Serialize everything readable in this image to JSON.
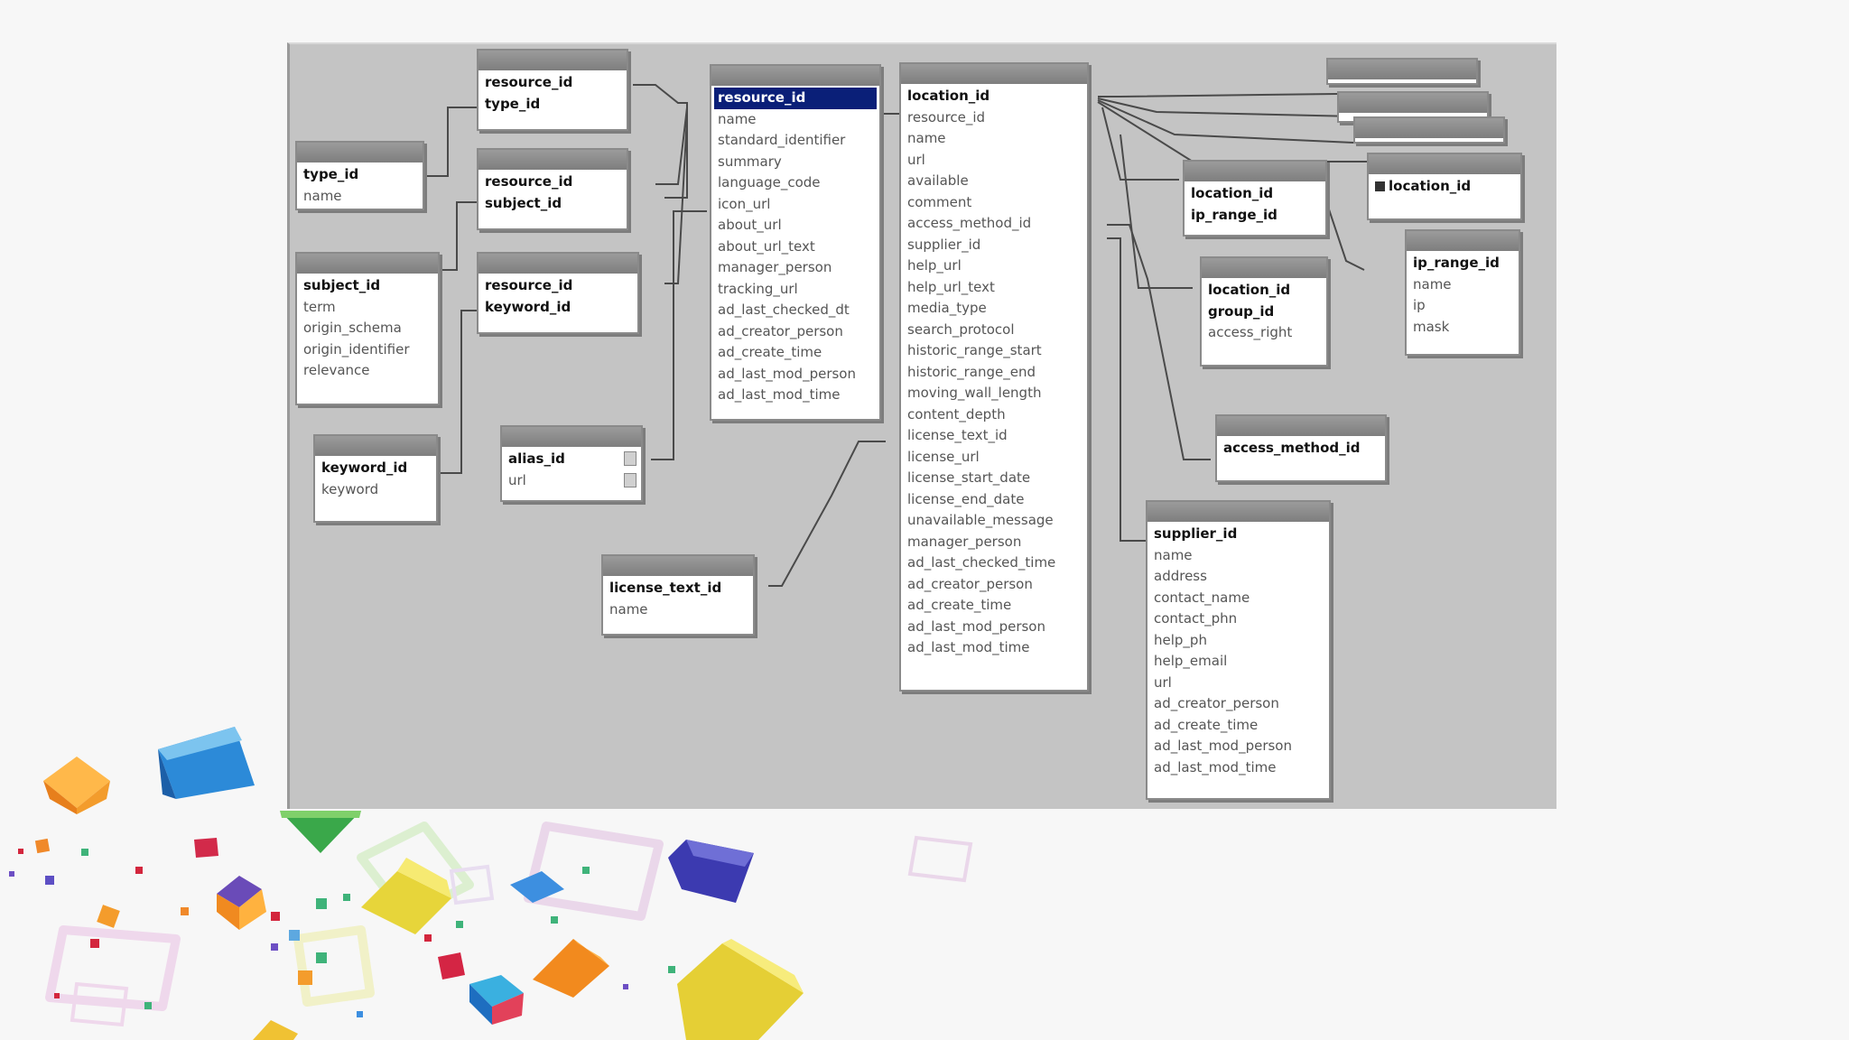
{
  "colors": {
    "canvas": "#c4c4c4",
    "table_title": "#8a8a8a",
    "table_body": "#ffffff",
    "selected_field": "#0a1f78",
    "link_line": "#4a4a4a"
  },
  "tables": [
    {
      "id": "t-resource-type",
      "title": "",
      "fields": [
        {
          "name": "resource_id",
          "pk": true
        },
        {
          "name": "type_id",
          "pk": true
        }
      ]
    },
    {
      "id": "t-type",
      "title": "",
      "fields": [
        {
          "name": "type_id",
          "pk": true
        },
        {
          "name": "name"
        }
      ]
    },
    {
      "id": "t-resource-subject",
      "title": "",
      "fields": [
        {
          "name": "resource_id",
          "pk": true
        },
        {
          "name": "subject_id",
          "pk": true
        }
      ]
    },
    {
      "id": "t-subject",
      "title": "",
      "fields": [
        {
          "name": "subject_id",
          "pk": true
        },
        {
          "name": "term"
        },
        {
          "name": "origin_schema"
        },
        {
          "name": "origin_identifier"
        },
        {
          "name": "relevance"
        }
      ]
    },
    {
      "id": "t-resource-keyword",
      "title": "",
      "fields": [
        {
          "name": "resource_id",
          "pk": true
        },
        {
          "name": "keyword_id",
          "pk": true
        }
      ]
    },
    {
      "id": "t-keyword",
      "title": "",
      "fields": [
        {
          "name": "keyword_id",
          "pk": true
        },
        {
          "name": "keyword"
        }
      ]
    },
    {
      "id": "t-alias",
      "title": "",
      "fields": [
        {
          "name": "alias_id",
          "pk": true,
          "dropdown": true
        },
        {
          "name": "url",
          "dropdown": true
        }
      ]
    },
    {
      "id": "t-license-text",
      "title": "",
      "fields": [
        {
          "name": "license_text_id",
          "pk": true
        },
        {
          "name": "name"
        }
      ]
    },
    {
      "id": "t-resource",
      "title": "",
      "fields": [
        {
          "name": "resource_id",
          "selected": true
        },
        {
          "name": "name"
        },
        {
          "name": "standard_identifier"
        },
        {
          "name": "summary"
        },
        {
          "name": "language_code"
        },
        {
          "name": "icon_url"
        },
        {
          "name": "about_url"
        },
        {
          "name": "about_url_text"
        },
        {
          "name": "manager_person"
        },
        {
          "name": "tracking_url"
        },
        {
          "name": "ad_last_checked_dt"
        },
        {
          "name": "ad_creator_person"
        },
        {
          "name": "ad_create_time"
        },
        {
          "name": "ad_last_mod_person"
        },
        {
          "name": "ad_last_mod_time"
        }
      ]
    },
    {
      "id": "t-location",
      "title": "",
      "fields": [
        {
          "name": "location_id",
          "pk": true
        },
        {
          "name": "resource_id"
        },
        {
          "name": "name"
        },
        {
          "name": "url"
        },
        {
          "name": "available"
        },
        {
          "name": "comment"
        },
        {
          "name": "access_method_id"
        },
        {
          "name": "supplier_id"
        },
        {
          "name": "help_url"
        },
        {
          "name": "help_url_text"
        },
        {
          "name": "media_type"
        },
        {
          "name": "search_protocol"
        },
        {
          "name": "historic_range_start"
        },
        {
          "name": "historic_range_end"
        },
        {
          "name": "moving_wall_length"
        },
        {
          "name": "content_depth"
        },
        {
          "name": "license_text_id"
        },
        {
          "name": "license_url"
        },
        {
          "name": "license_start_date"
        },
        {
          "name": "license_end_date"
        },
        {
          "name": "unavailable_message"
        },
        {
          "name": "manager_person"
        },
        {
          "name": "ad_last_checked_time"
        },
        {
          "name": "ad_creator_person"
        },
        {
          "name": "ad_create_time"
        },
        {
          "name": "ad_last_mod_person"
        },
        {
          "name": "ad_last_mod_time"
        }
      ]
    },
    {
      "id": "t-location-a",
      "title": "",
      "fields": []
    },
    {
      "id": "t-location-b",
      "title": "",
      "fields": []
    },
    {
      "id": "t-location-c",
      "title": "",
      "fields": []
    },
    {
      "id": "t-location-d",
      "title": "",
      "fields": [
        {
          "name": "location_id",
          "pk": true,
          "key": true
        }
      ]
    },
    {
      "id": "t-location-ip-range",
      "title": "",
      "fields": [
        {
          "name": "location_id",
          "pk": true
        },
        {
          "name": "ip_range_id",
          "pk": true
        }
      ]
    },
    {
      "id": "t-ip-range",
      "title": "",
      "fields": [
        {
          "name": "ip_range_id",
          "pk": true
        },
        {
          "name": "name"
        },
        {
          "name": "ip"
        },
        {
          "name": "mask"
        }
      ]
    },
    {
      "id": "t-location-group",
      "title": "",
      "fields": [
        {
          "name": "location_id",
          "pk": true
        },
        {
          "name": "group_id",
          "pk": true
        },
        {
          "name": "access_right"
        }
      ]
    },
    {
      "id": "t-access-method",
      "title": "",
      "fields": [
        {
          "name": "access_method_id",
          "pk": true
        }
      ]
    },
    {
      "id": "t-supplier",
      "title": "",
      "fields": [
        {
          "name": "supplier_id",
          "pk": true
        },
        {
          "name": "name"
        },
        {
          "name": "address"
        },
        {
          "name": "contact_name"
        },
        {
          "name": "contact_phn"
        },
        {
          "name": "help_ph"
        },
        {
          "name": "help_email"
        },
        {
          "name": "url"
        },
        {
          "name": "ad_creator_person"
        },
        {
          "name": "ad_create_time"
        },
        {
          "name": "ad_last_mod_person"
        },
        {
          "name": "ad_last_mod_time"
        }
      ]
    }
  ]
}
